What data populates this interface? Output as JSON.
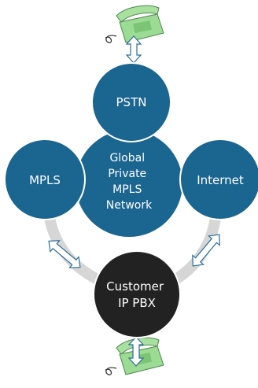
{
  "nodes": {
    "pstn": {
      "label": "PSTN",
      "color": "#1b6591"
    },
    "mpls": {
      "label": "MPLS",
      "color": "#1b6591"
    },
    "internet": {
      "label": "Internet",
      "color": "#1b6591"
    },
    "core": {
      "lines": [
        "Global",
        "Private",
        "MPLS",
        "Network"
      ],
      "color": "#1b6591"
    },
    "pbx": {
      "lines": [
        "Customer",
        "IP PBX"
      ],
      "color": "#222222"
    }
  },
  "colors": {
    "link_ring": "#d6d6d6",
    "arrow_stroke": "#2b6e98",
    "phone_fill": "#9bdb93"
  },
  "icons": [
    "telephone-icon",
    "telephone-icon"
  ]
}
